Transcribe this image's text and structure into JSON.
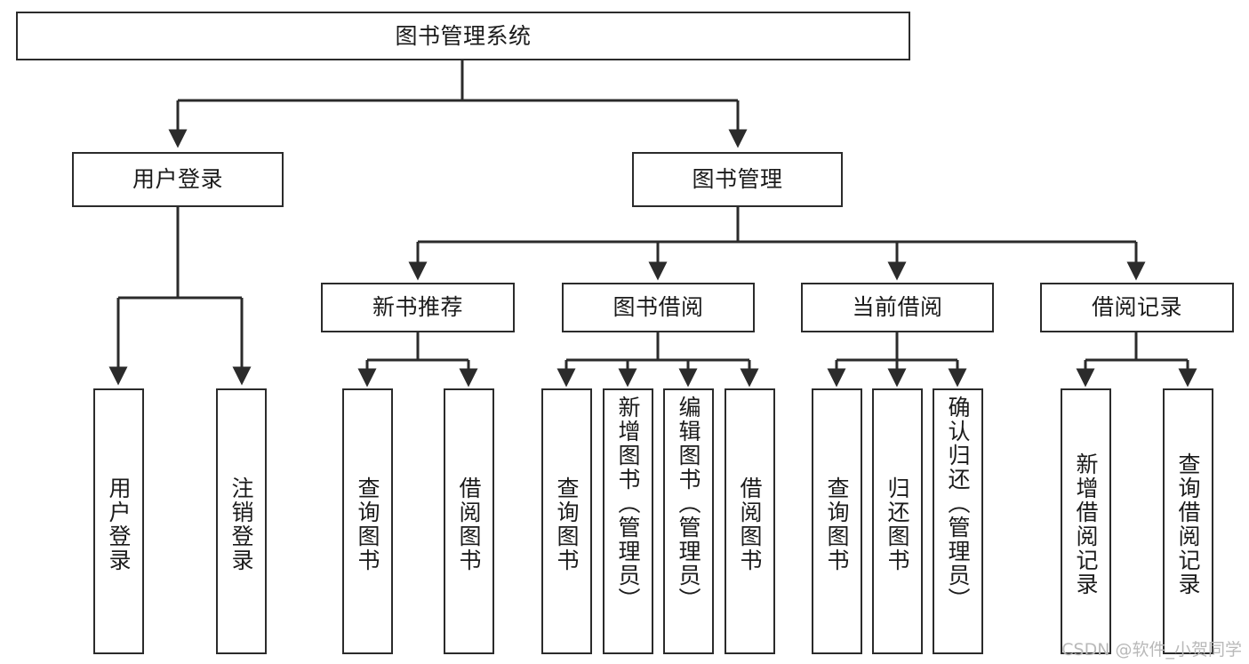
{
  "diagram": {
    "title": "图书管理系统",
    "type": "hierarchy-tree",
    "watermark": "CSDN @软件_小贺同学",
    "colors": {
      "stroke": "#2b2b2b",
      "background": "#ffffff",
      "text": "#1b1b1b",
      "watermark": "#b9b9b9"
    },
    "root": {
      "id": "root",
      "label": "图书管理系统",
      "orientation": "horizontal"
    },
    "level2": [
      {
        "id": "user-login",
        "label": "用户登录",
        "orientation": "horizontal"
      },
      {
        "id": "book-management",
        "label": "图书管理",
        "orientation": "horizontal"
      }
    ],
    "level3": [
      {
        "id": "new-book-recommend",
        "label": "新书推荐",
        "orientation": "horizontal"
      },
      {
        "id": "book-borrow",
        "label": "图书借阅",
        "orientation": "horizontal"
      },
      {
        "id": "current-borrow",
        "label": "当前借阅",
        "orientation": "horizontal"
      },
      {
        "id": "borrow-record",
        "label": "借阅记录",
        "orientation": "horizontal"
      }
    ],
    "leaves": {
      "user-login": [
        {
          "id": "leaf-user-login",
          "label": "用户登录",
          "orientation": "vertical"
        },
        {
          "id": "leaf-logout-login",
          "label": "注销登录",
          "orientation": "vertical"
        }
      ],
      "new-book-recommend": [
        {
          "id": "leaf-query-book-1",
          "label": "查询图书",
          "orientation": "vertical"
        },
        {
          "id": "leaf-borrow-book-1",
          "label": "借阅图书",
          "orientation": "vertical"
        }
      ],
      "book-borrow": [
        {
          "id": "leaf-query-book-2",
          "label": "查询图书",
          "orientation": "vertical"
        },
        {
          "id": "leaf-add-book",
          "label": "新增图书（管理员）",
          "orientation": "vertical"
        },
        {
          "id": "leaf-edit-book",
          "label": "编辑图书（管理员）",
          "orientation": "vertical"
        },
        {
          "id": "leaf-borrow-book-2",
          "label": "借阅图书",
          "orientation": "vertical"
        }
      ],
      "current-borrow": [
        {
          "id": "leaf-query-book-3",
          "label": "查询图书",
          "orientation": "vertical"
        },
        {
          "id": "leaf-return-book",
          "label": "归还图书",
          "orientation": "vertical"
        },
        {
          "id": "leaf-confirm-return",
          "label": "确认归还（管理员）",
          "orientation": "vertical"
        }
      ],
      "borrow-record": [
        {
          "id": "leaf-add-record",
          "label": "新增借阅记录",
          "orientation": "vertical"
        },
        {
          "id": "leaf-query-record",
          "label": "查询借阅记录",
          "orientation": "vertical"
        }
      ]
    }
  }
}
